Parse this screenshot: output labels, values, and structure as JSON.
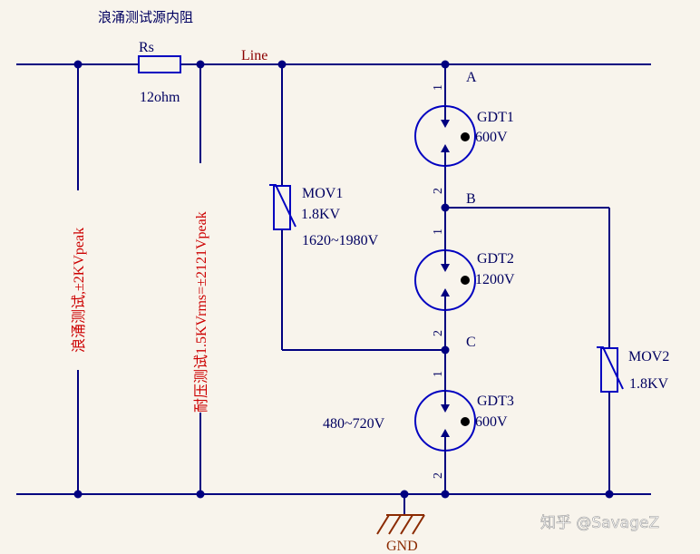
{
  "colors": {
    "wire": "#000080",
    "component": "#0000c0",
    "text_dark": "#000060",
    "text_red": "#cc0000",
    "gnd": "#8b2a00",
    "background": "#f8f4ec"
  },
  "title": "浪涌测试源内阻",
  "resistor": {
    "name": "Rs",
    "value": "12ohm"
  },
  "line_label": "Line",
  "nodes": {
    "a": "A",
    "b": "B",
    "c": "C"
  },
  "vertical_labels": {
    "surge": "浪涌测试,±2KVpeak",
    "withstand": "耐压测试1.5KVrms=±2121Vpeak"
  },
  "mov1": {
    "name": "MOV1",
    "value": "1.8KV",
    "range": "1620~1980V"
  },
  "mov2": {
    "name": "MOV2",
    "value": "1.8KV"
  },
  "gdt1": {
    "name": "GDT1",
    "value": "600V",
    "pin1": "1",
    "pin2": "2"
  },
  "gdt2": {
    "name": "GDT2",
    "value": "1200V",
    "pin1": "1",
    "pin2": "2"
  },
  "gdt3": {
    "name": "GDT3",
    "value": "600V",
    "range": "480~720V",
    "pin1": "1",
    "pin2": "2"
  },
  "gnd_label": "GND",
  "watermark": "知乎 @SavageZ"
}
